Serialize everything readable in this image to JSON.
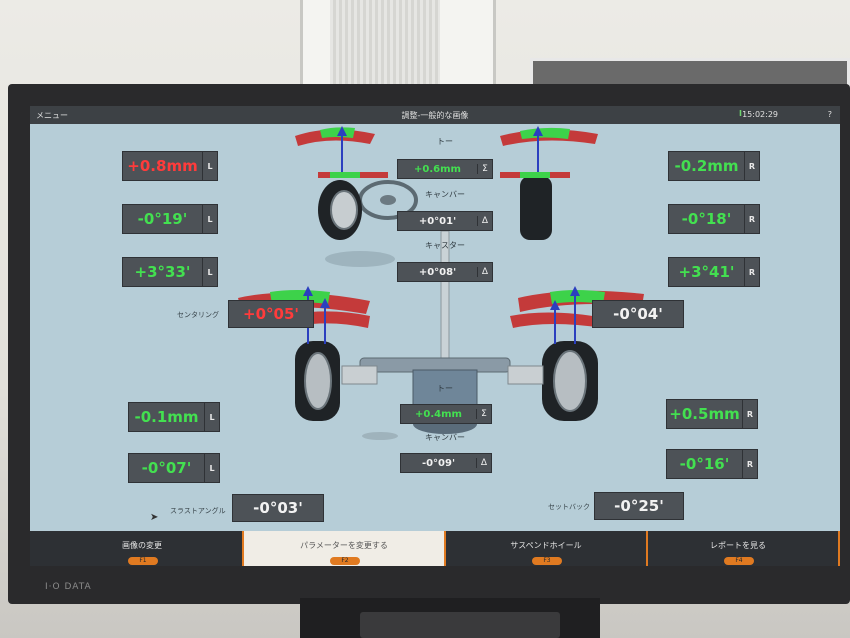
{
  "titlebar": {
    "menu": "メニュー",
    "title": "調整-一般的な画像",
    "time": "15:02:29",
    "help": "?"
  },
  "front": {
    "toe_label": "トー",
    "camber_label": "キャンバー",
    "caster_label": "キャスター",
    "centering_label": "センタリング",
    "total_toe": "+0.6mm",
    "total_toe_sym": "Σ",
    "cross_camber": "+0°01'",
    "cross_camber_sym": "Δ",
    "cross_caster": "+0°08'",
    "cross_caster_sym": "Δ",
    "left_toe": "+0.8mm",
    "left_camber": "-0°19'",
    "left_caster": "+3°33'",
    "right_toe": "-0.2mm",
    "right_camber": "-0°18'",
    "right_caster": "+3°41'",
    "centering": "+0°05'",
    "right_center": "-0°04'",
    "left_side": "L",
    "right_side": "R"
  },
  "rear": {
    "toe_label": "トー",
    "camber_label": "キャンバー",
    "thrust_label": "スラストアングル",
    "setback_label": "セットバック",
    "total_toe": "+0.4mm",
    "total_toe_sym": "Σ",
    "cross_camber": "-0°09'",
    "cross_camber_sym": "Δ",
    "left_toe": "-0.1mm",
    "left_camber": "-0°07'",
    "right_toe": "+0.5mm",
    "right_camber": "-0°16'",
    "thrust_angle": "-0°03'",
    "setback": "-0°25'",
    "left_side": "L",
    "right_side": "R"
  },
  "tabs": [
    {
      "label": "画像の変更",
      "key": "F1",
      "active": false
    },
    {
      "label": "パラメーターを変更する",
      "key": "F2",
      "active": true
    },
    {
      "label": "サスペンドホイール",
      "key": "F3",
      "active": false
    },
    {
      "label": "レポートを見る",
      "key": "F4",
      "active": false
    }
  ],
  "monitor_brand": "I·O DATA",
  "colors": {
    "in_spec": "#43e050",
    "out_of_spec": "#ff3b3b",
    "accent": "#e07a21",
    "screen_bg": "#b6cdd7"
  },
  "icons": {
    "cursor": "arrow-cursor-icon",
    "title_status": "t-marker-icon"
  }
}
